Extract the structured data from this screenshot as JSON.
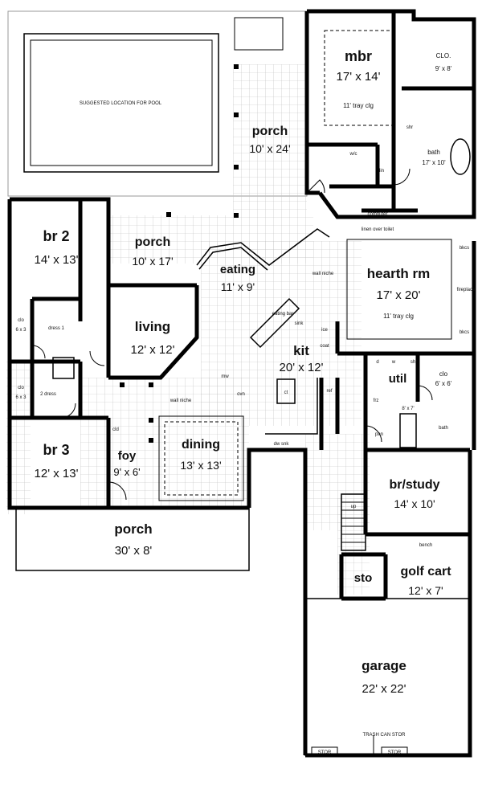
{
  "rooms": {
    "mbr": {
      "name": "mbr",
      "dim": "17' x 14'",
      "note": "11' tray clg"
    },
    "clo_master": {
      "name": "CLO.",
      "dim": "9' x 8'"
    },
    "bath_master": {
      "name": "bath",
      "dim": "17' x 10'"
    },
    "porch_rear": {
      "name": "porch",
      "dim": "10' x 24'"
    },
    "porch_side": {
      "name": "porch",
      "dim": "10' x 17'"
    },
    "porch_front": {
      "name": "porch",
      "dim": "30' x 8'"
    },
    "br2": {
      "name": "br 2",
      "dim": "14' x 13'"
    },
    "br3": {
      "name": "br 3",
      "dim": "12' x 13'"
    },
    "living": {
      "name": "living",
      "dim": "12' x 12'"
    },
    "eating": {
      "name": "eating",
      "dim": "11' x 9'"
    },
    "hearth": {
      "name": "hearth rm",
      "dim": "17' x 20'",
      "note": "11' tray clg"
    },
    "kit": {
      "name": "kit",
      "dim": "20' x 12'"
    },
    "dining": {
      "name": "dining",
      "dim": "13' x 13'"
    },
    "foy": {
      "name": "foy",
      "dim": "9' x 6'"
    },
    "util": {
      "name": "util",
      "dim": "8' x 7'"
    },
    "clo_util": {
      "name": "clo",
      "dim": "6' x 6'"
    },
    "br_study": {
      "name": "br/study",
      "dim": "14' x 10'"
    },
    "golf_cart": {
      "name": "golf cart",
      "dim": "12' x 7'"
    },
    "sto": {
      "name": "sto"
    },
    "garage": {
      "name": "garage",
      "dim": "22' x 22'"
    },
    "clo_a": {
      "name": "clo",
      "dim": "6 x 3"
    },
    "clo_b": {
      "name": "clo",
      "dim": "6 x 3"
    }
  },
  "labels": {
    "pool": "SUGGESTED LOCATION FOR POOL",
    "wall_niche_1": "wall niche",
    "wall_niche_2": "wall niche",
    "computer": "computer",
    "linen": "linen over toilet",
    "shr_master": "shr",
    "shr_util": "shr",
    "lin": "lin",
    "wic": "w/c",
    "dress": "dress 1",
    "dress2": "2 dress",
    "d": "d",
    "w": "w",
    "frz": "frz",
    "pan": "pan",
    "bath_util": "bath",
    "ref": "ref",
    "bench": "bench",
    "up": "up",
    "dw": "dw",
    "snk": "snk",
    "mw": "mw",
    "ovn": "ovn",
    "ct": "ct",
    "ice": "ice",
    "coat": "coat",
    "trash": "TRASH CAN STOR",
    "stor1": "STOR",
    "stor2": "STOR",
    "bkcs1": "bkcs",
    "bkcs2": "bkcs",
    "fireplace": "fireplace",
    "eating_bar": "eating bar",
    "sink": "sink",
    "cld": "cld"
  }
}
